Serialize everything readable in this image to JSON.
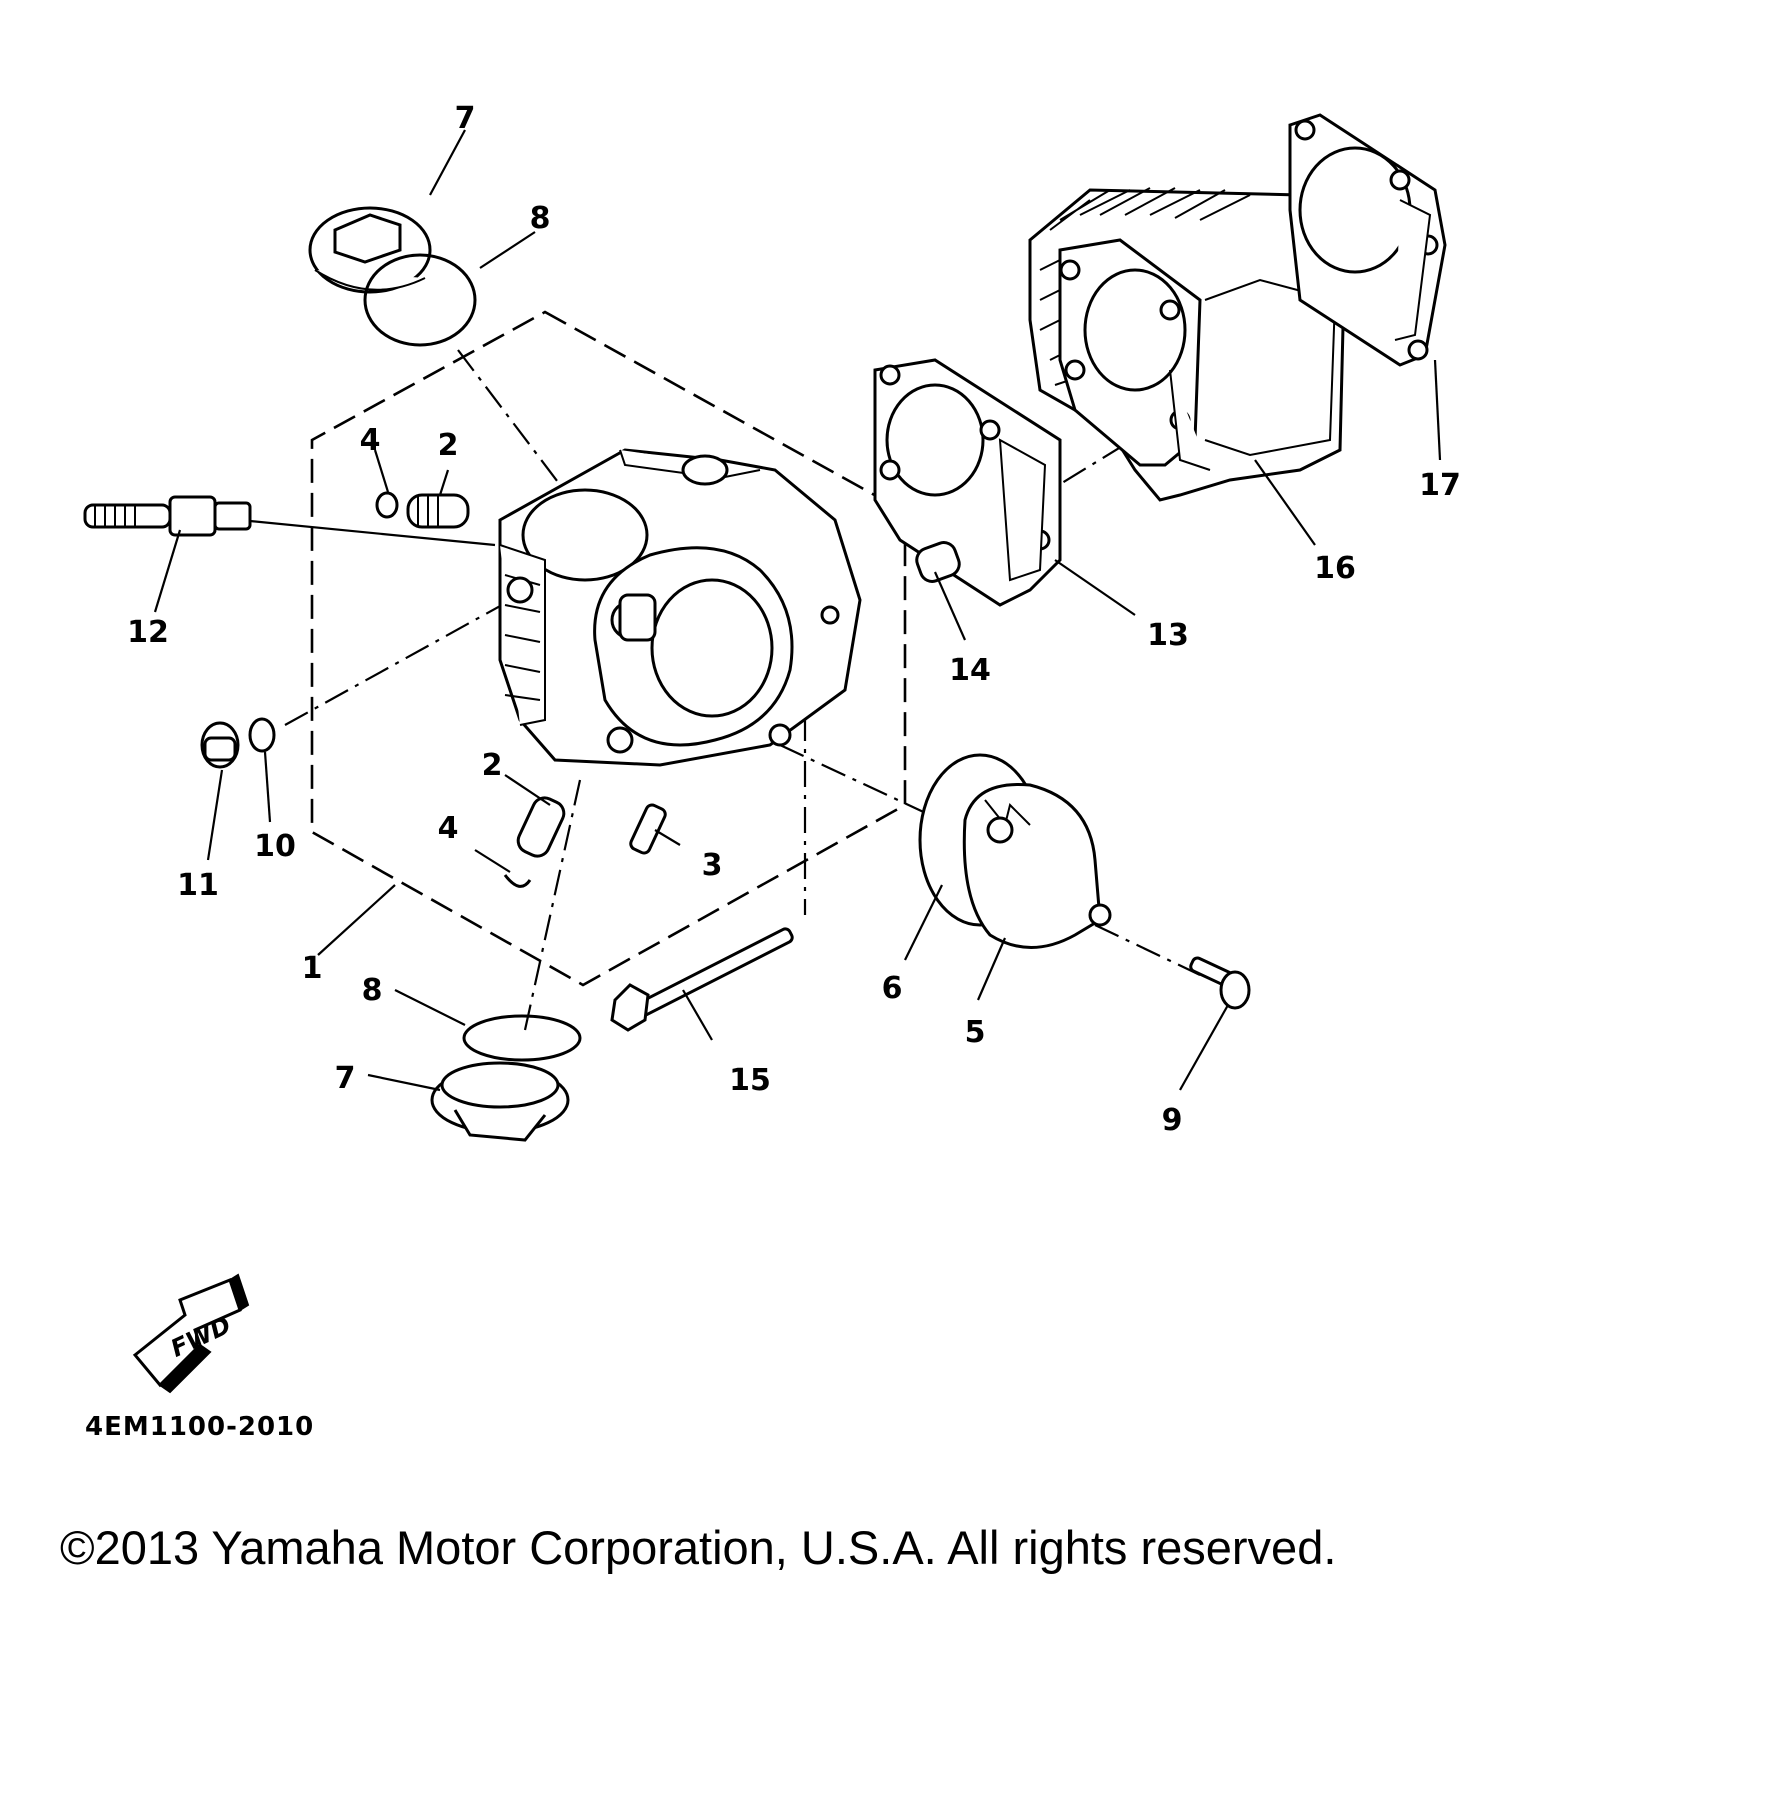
{
  "diagram": {
    "callouts": {
      "c1": "1",
      "c2a": "2",
      "c2b": "2",
      "c3": "3",
      "c4a": "4",
      "c4b": "4",
      "c5": "5",
      "c6": "6",
      "c7a": "7",
      "c7b": "7",
      "c8a": "8",
      "c8b": "8",
      "c9": "9",
      "c10": "10",
      "c11": "11",
      "c12": "12",
      "c13": "13",
      "c14": "14",
      "c15": "15",
      "c16": "16",
      "c17": "17"
    },
    "fwd_label": "FWD",
    "diagram_code": "4EM1100-2010"
  },
  "footer": {
    "copyright": "©2013 Yamaha Motor Corporation, U.S.A. All rights reserved."
  }
}
